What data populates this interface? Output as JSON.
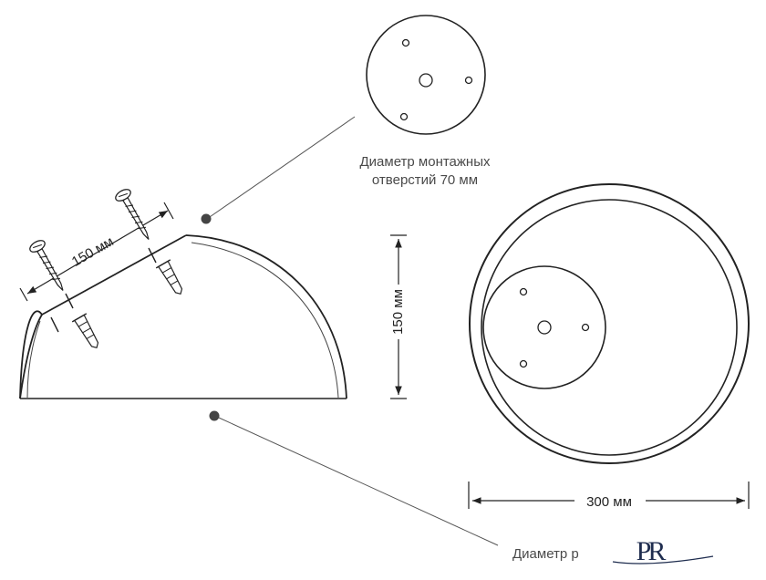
{
  "labels": {
    "mount_holes_line1": "Диаметр монтажных",
    "mount_holes_line2": "отверстий 70 мм",
    "screw_spacing": "150 мм",
    "height": "150 мм",
    "width": "300 мм",
    "diameter_truncated": "Диаметр р"
  },
  "logo": {
    "text": "PR"
  },
  "colors": {
    "line": "#222222",
    "text": "#4a4a4a",
    "leader": "#555555",
    "background": "#ffffff"
  }
}
